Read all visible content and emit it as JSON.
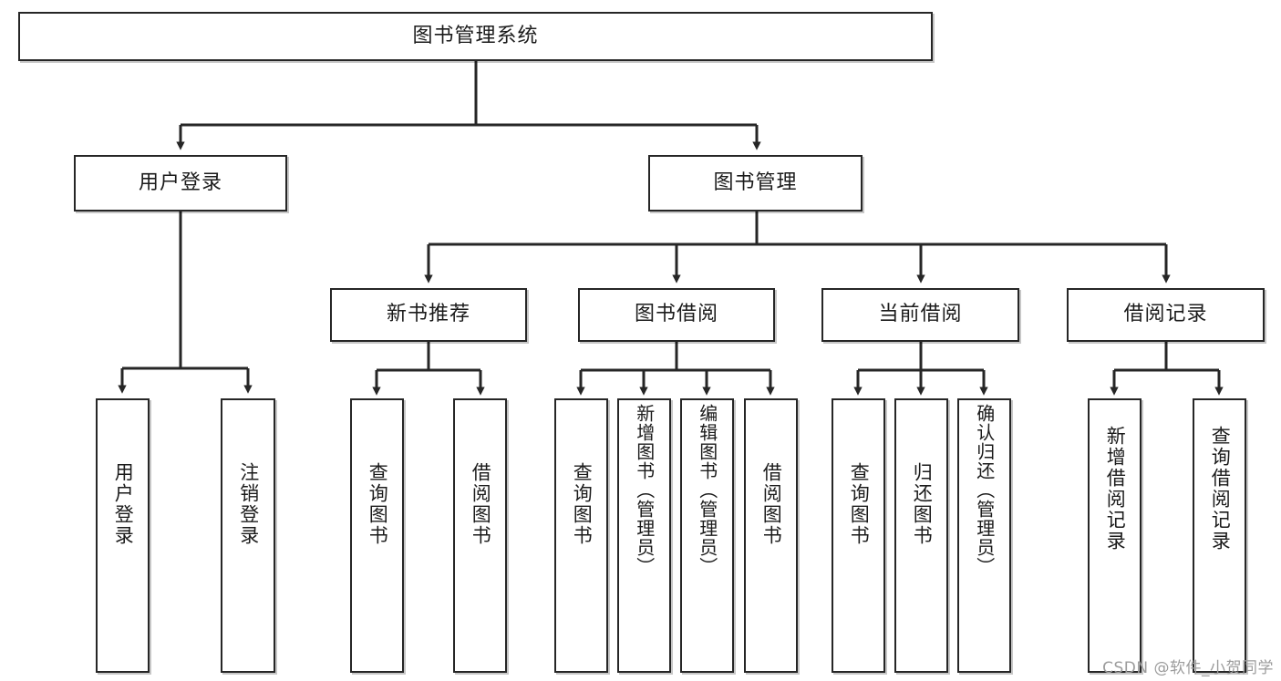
{
  "diagram": {
    "title": "图书管理系统",
    "watermark": "CSDN @软件_小贺同学",
    "line_color": "#262626",
    "box_fill": "#ffffff",
    "text_color": "#1b1b1b",
    "root": {
      "label": "图书管理系统"
    },
    "level2": [
      {
        "label": "用户登录"
      },
      {
        "label": "图书管理"
      }
    ],
    "level3": [
      {
        "label": "新书推荐"
      },
      {
        "label": "图书借阅"
      },
      {
        "label": "当前借阅"
      },
      {
        "label": "借阅记录"
      }
    ],
    "leaves": [
      {
        "label": "用户登录",
        "parent": "用户登录"
      },
      {
        "label": "注销登录",
        "parent": "用户登录"
      },
      {
        "label": "查询图书",
        "parent": "新书推荐"
      },
      {
        "label": "借阅图书",
        "parent": "新书推荐"
      },
      {
        "label": "查询图书",
        "parent": "图书借阅"
      },
      {
        "label": "新增图书（管理员）",
        "parent": "图书借阅"
      },
      {
        "label": "编辑图书（管理员）",
        "parent": "图书借阅"
      },
      {
        "label": "借阅图书",
        "parent": "图书借阅"
      },
      {
        "label": "查询图书",
        "parent": "当前借阅"
      },
      {
        "label": "归还图书",
        "parent": "当前借阅"
      },
      {
        "label": "确认归还（管理员）",
        "parent": "当前借阅"
      },
      {
        "label": "新增借阅记录",
        "parent": "借阅记录"
      },
      {
        "label": "查询借阅记录",
        "parent": "借阅记录"
      }
    ]
  }
}
